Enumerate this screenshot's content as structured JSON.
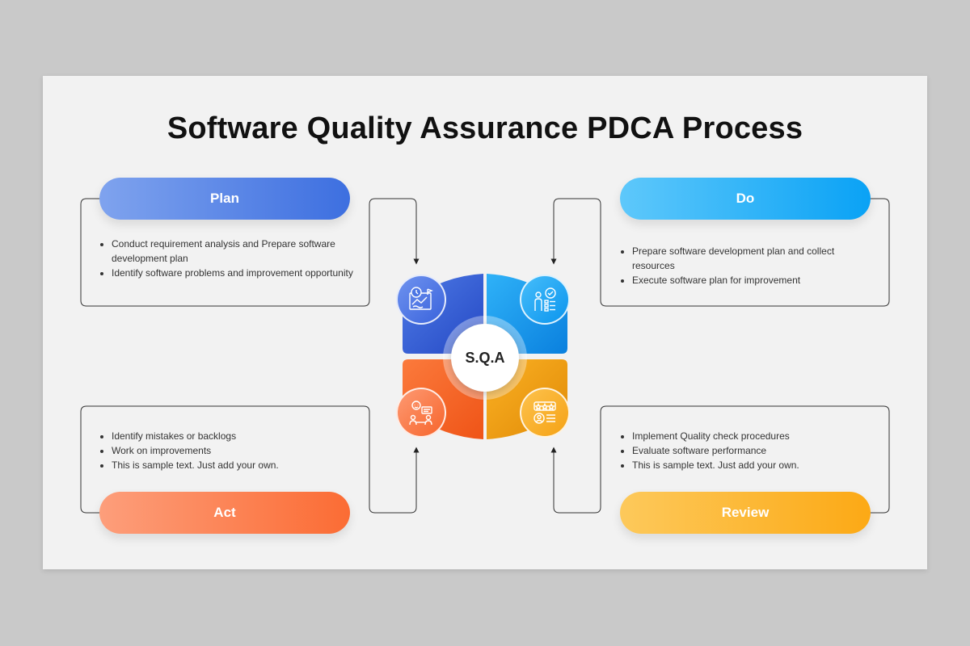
{
  "title": "Software Quality Assurance PDCA Process",
  "center_label": "S.Q.A",
  "colors": {
    "plan": "#3d6fe0",
    "do": "#0aa2f5",
    "act": "#fb6c34",
    "review": "#fca915"
  },
  "stages": {
    "plan": {
      "label": "Plan",
      "icon": "strategy-board-icon",
      "bullets": [
        "Conduct requirement analysis and Prepare software development plan",
        "Identify software problems and improvement opportunity"
      ]
    },
    "do": {
      "label": "Do",
      "icon": "checklist-person-icon",
      "bullets": [
        "Prepare software development plan and collect resources",
        "Execute software plan for improvement"
      ]
    },
    "act": {
      "label": "Act",
      "icon": "team-discussion-icon",
      "bullets": [
        "Identify mistakes or backlogs",
        "Work on improvements",
        "This is sample text. Just add your own."
      ]
    },
    "review": {
      "label": "Review",
      "icon": "star-rating-icon",
      "bullets": [
        "Implement Quality check procedures",
        "Evaluate software performance",
        "This is sample text. Just add your own."
      ]
    }
  }
}
